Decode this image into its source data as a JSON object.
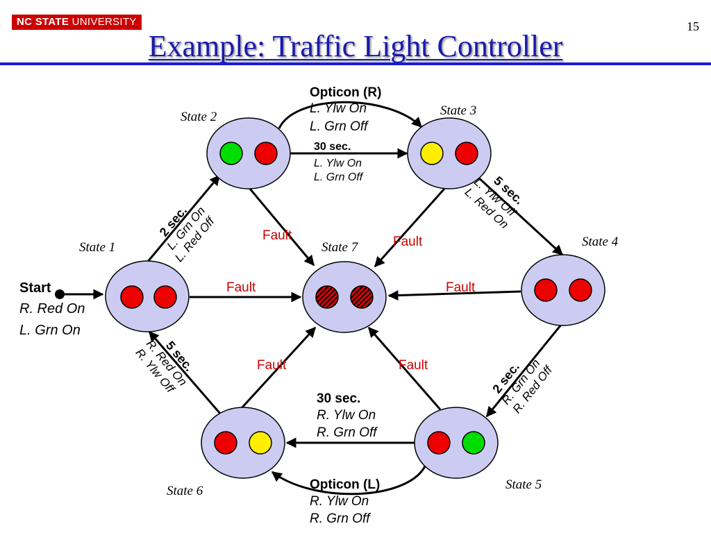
{
  "header": {
    "logo_bold": "NC STATE",
    "logo_thin": " UNIVERSITY",
    "page_number": "15",
    "title": "Example: Traffic  Light Controller"
  },
  "states": {
    "s1": "State 1",
    "s2": "State 2",
    "s3": "State 3",
    "s4": "State 4",
    "s5": "State 5",
    "s6": "State 6",
    "s7": "State 7"
  },
  "start": {
    "label": "Start",
    "line1": "R. Red On",
    "line2": "L. Grn On"
  },
  "transitions": {
    "opticon_r": {
      "head": "Opticon (R)",
      "l1": "L. Ylw On",
      "l2": "L. Grn Off"
    },
    "s2_s3": {
      "head": "30 sec.",
      "l1": "L. Ylw On",
      "l2": "L. Grn Off"
    },
    "s1_s2": {
      "head": "2 sec.",
      "l1": "L. Grn On",
      "l2": "L. Red Off"
    },
    "s3_s4": {
      "head": "5 sec.",
      "l1": "L. Ylw Off",
      "l2": "L. Red On"
    },
    "s4_s5": {
      "head": "2 sec.",
      "l1": "R. Grn On",
      "l2": "R. Red Off"
    },
    "s6_s1": {
      "head": "5 sec.",
      "l1": "R. Red On",
      "l2": "R. Ylw Off"
    },
    "s5_s6": {
      "head": "30 sec.",
      "l1": "R. Ylw On",
      "l2": "R. Grn Off"
    },
    "opticon_l": {
      "head": "Opticon (L)",
      "l1": "R. Ylw On",
      "l2": "R. Grn Off"
    },
    "fault": "Fault"
  },
  "colors": {
    "title": "#1a1aaa",
    "node_fill": "#ccccf2",
    "red": "#ee0000",
    "green": "#00dd00",
    "yellow": "#ffee00",
    "fault_text": "#cc0000"
  }
}
